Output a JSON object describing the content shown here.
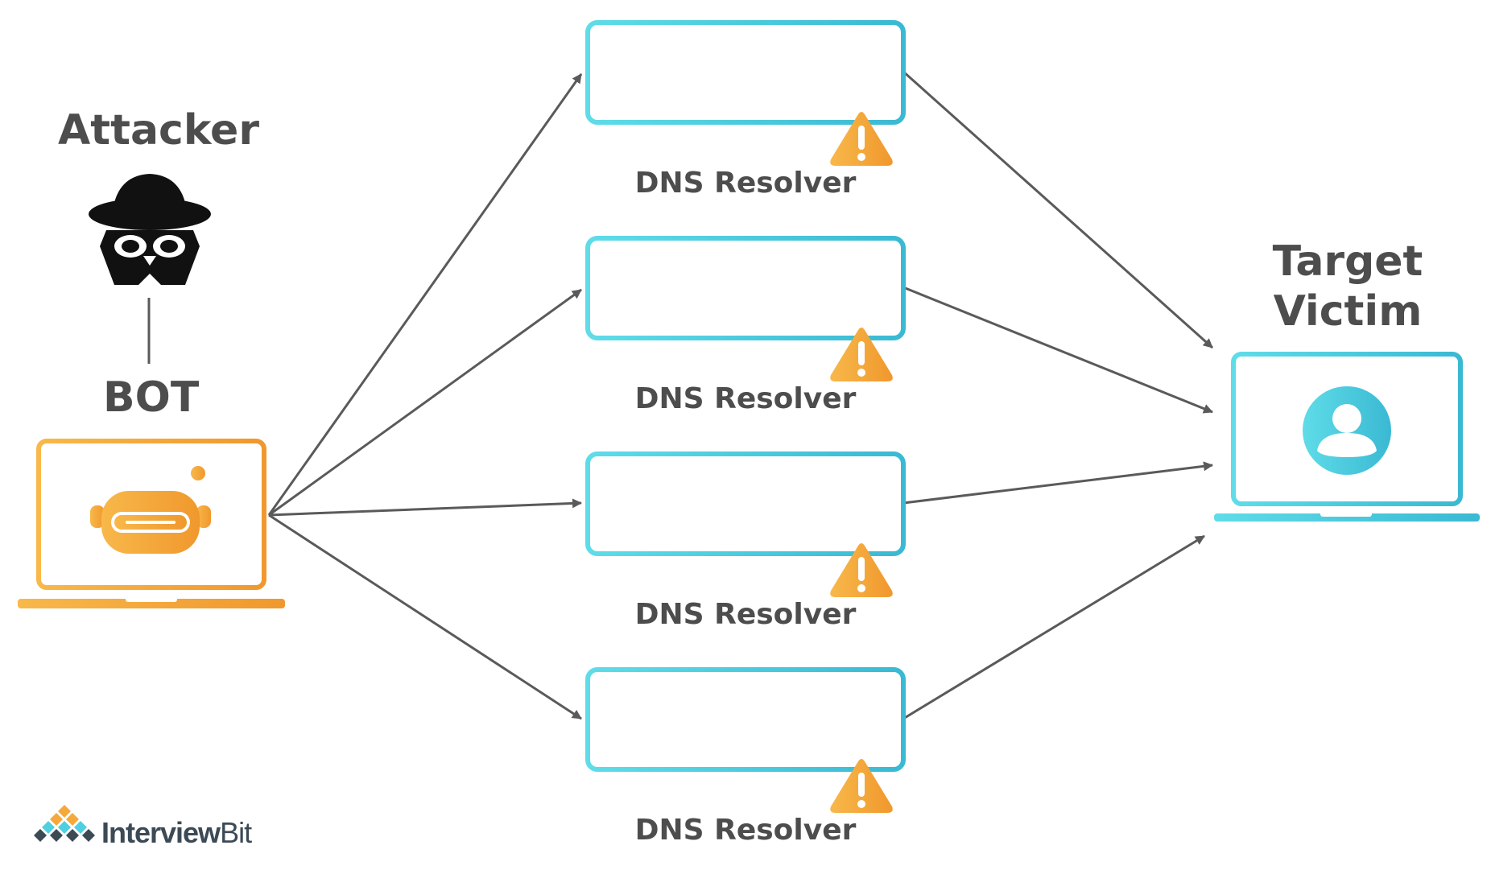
{
  "attacker": {
    "label": "Attacker",
    "icon": "spy-icon"
  },
  "bot": {
    "label": "BOT",
    "icon": "robot-icon",
    "color": "#f5a93a"
  },
  "resolvers": [
    {
      "label": "DNS Resolver",
      "icon": "server-icon",
      "badge": "warning-icon"
    },
    {
      "label": "DNS Resolver",
      "icon": "server-icon",
      "badge": "warning-icon"
    },
    {
      "label": "DNS Resolver",
      "icon": "server-icon",
      "badge": "warning-icon"
    },
    {
      "label": "DNS Resolver",
      "icon": "server-icon",
      "badge": "warning-icon"
    }
  ],
  "target": {
    "label_line1": "Target",
    "label_line2": "Victim",
    "icon": "user-icon",
    "color": "#4fd0e0"
  },
  "brand": {
    "name_bold": "Interview",
    "name_light": "Bit"
  },
  "colors": {
    "accent_cyan": "#4fd0e0",
    "accent_orange": "#f5a93a",
    "arrow": "#5a5a5a",
    "text": "#4d4d4d"
  }
}
